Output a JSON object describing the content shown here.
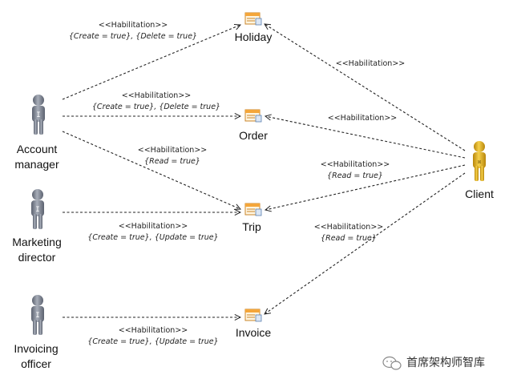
{
  "actors": {
    "account_manager": [
      "Account",
      "manager"
    ],
    "marketing_director": [
      "Marketing",
      "director"
    ],
    "invoicing_officer": [
      "Invoicing",
      "officer"
    ],
    "client": [
      "Client"
    ]
  },
  "classes": {
    "holiday": "Holiday",
    "order": "Order",
    "trip": "Trip",
    "invoice": "Invoice"
  },
  "edges": {
    "am_holiday": {
      "stereotype": "<<Habilitation>>",
      "condition": "{Create = true}, {Delete = true}"
    },
    "am_order": {
      "stereotype": "<<Habilitation>>",
      "condition": "{Create = true}, {Delete = true}"
    },
    "am_trip": {
      "stereotype": "<<Habilitation>>",
      "condition": "{Read = true}"
    },
    "md_trip": {
      "stereotype": "<<Habilitation>>",
      "condition": "{Create = true}, {Update = true}"
    },
    "io_invoice": {
      "stereotype": "<<Habilitation>>",
      "condition": "{Create = true}, {Update = true}"
    },
    "client_holiday": {
      "stereotype": "<<Habilitation>>"
    },
    "client_order": {
      "stereotype": "<<Habilitation>>"
    },
    "client_trip": {
      "stereotype": "<<Habilitation>>",
      "condition": "{Read = true}"
    },
    "client_invoice": {
      "stereotype": "<<Habilitation>>",
      "condition": "{Read = true}"
    }
  },
  "watermark": "首席架构师智库",
  "colors": {
    "actor_gray": "#7d8494",
    "client_yellow": "#e0b21a",
    "class_icon_orange": "#f4a63a"
  }
}
